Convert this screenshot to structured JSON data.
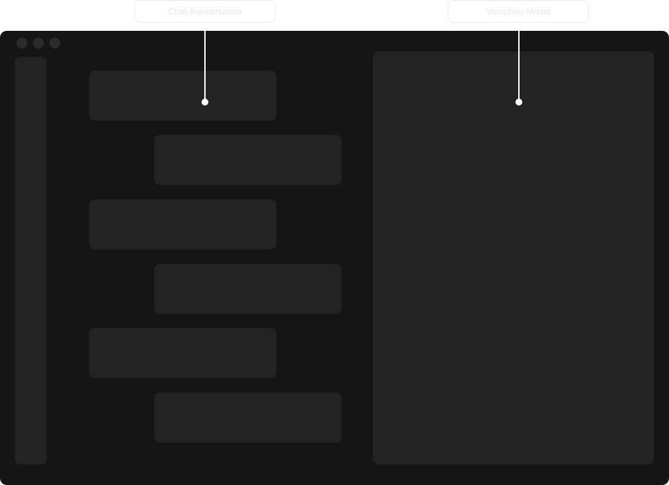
{
  "callouts": {
    "conversation_label": "Chat-Konversation",
    "preview_label": "Vorschau-Modal"
  },
  "window": {
    "controls": [
      "close-dot",
      "minimize-dot",
      "maximize-dot"
    ]
  },
  "chat": {
    "messages": [
      {
        "side": "left"
      },
      {
        "side": "right"
      },
      {
        "side": "left"
      },
      {
        "side": "right"
      },
      {
        "side": "left"
      },
      {
        "side": "right"
      }
    ]
  },
  "colors": {
    "window_bg": "#151515",
    "panel_bg": "#232323",
    "control_dot": "#2b2b2b",
    "callout_line": "#ffffff"
  }
}
